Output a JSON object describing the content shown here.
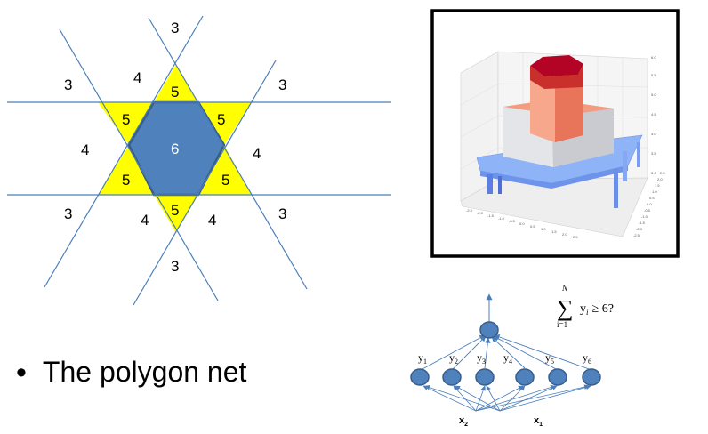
{
  "slide": {
    "bullet_marker": "•",
    "bullet_text": "The polygon net"
  },
  "hexagon_diagram": {
    "region_labels": [
      {
        "id": "top",
        "text": "3"
      },
      {
        "id": "upper-left-outer",
        "text": "3"
      },
      {
        "id": "upper-right-outer",
        "text": "3"
      },
      {
        "id": "lower-left-outer",
        "text": "3"
      },
      {
        "id": "lower-right-outer",
        "text": "3"
      },
      {
        "id": "bottom",
        "text": "3"
      },
      {
        "id": "upper-left-mid",
        "text": "4"
      },
      {
        "id": "left-mid",
        "text": "4"
      },
      {
        "id": "right-mid",
        "text": "4"
      },
      {
        "id": "lower-left-mid",
        "text": "4"
      },
      {
        "id": "lower-right-mid",
        "text": "4"
      },
      {
        "id": "tri-top",
        "text": "5"
      },
      {
        "id": "tri-upper-left",
        "text": "5"
      },
      {
        "id": "tri-upper-right",
        "text": "5"
      },
      {
        "id": "tri-lower-left",
        "text": "5"
      },
      {
        "id": "tri-lower-right",
        "text": "5"
      },
      {
        "id": "tri-bottom",
        "text": "5"
      },
      {
        "id": "center",
        "text": "6"
      }
    ],
    "colors": {
      "triangle_fill": "#ffff00",
      "hexagon_fill": "#4f81bd",
      "hexagon_stroke": "#385d8a",
      "line": "#4a7ebb"
    }
  },
  "surface_plot": {
    "x_ticks": [
      "-2.5",
      "-2.0",
      "-1.5",
      "-1.0",
      "-0.5",
      "0.0",
      "0.5",
      "1.0",
      "1.5",
      "2.0",
      "2.5"
    ],
    "y_ticks": [
      "-2.5",
      "-2.0",
      "-1.5",
      "-1.0",
      "-0.5",
      "0.0",
      "0.5",
      "1.0",
      "1.5",
      "2.0",
      "2.5"
    ],
    "z_ticks": [
      "3.0",
      "3.5",
      "4.0",
      "4.5",
      "5.0",
      "5.5",
      "6.0"
    ],
    "colors": {
      "top": "#b40426",
      "upper": "#f4987a",
      "mid": "#dcdde0",
      "base": "#7ea6f4"
    }
  },
  "neural_net": {
    "formula": {
      "upper_limit": "N",
      "sigma": "∑",
      "lower_limit": "i=1",
      "term": "y",
      "term_sub": "i",
      "rest": "≥ 6?"
    },
    "hidden_labels": [
      {
        "base": "y",
        "sub": "1"
      },
      {
        "base": "y",
        "sub": "2"
      },
      {
        "base": "y",
        "sub": "3"
      },
      {
        "base": "y",
        "sub": "4"
      },
      {
        "base": "y",
        "sub": "5"
      },
      {
        "base": "y",
        "sub": "6"
      }
    ],
    "input_labels": [
      {
        "base": "x",
        "sub": "2"
      },
      {
        "base": "x",
        "sub": "1"
      }
    ],
    "colors": {
      "node_fill": "#4f81bd",
      "node_stroke": "#385d8a",
      "edge": "#4a7ebb"
    }
  }
}
